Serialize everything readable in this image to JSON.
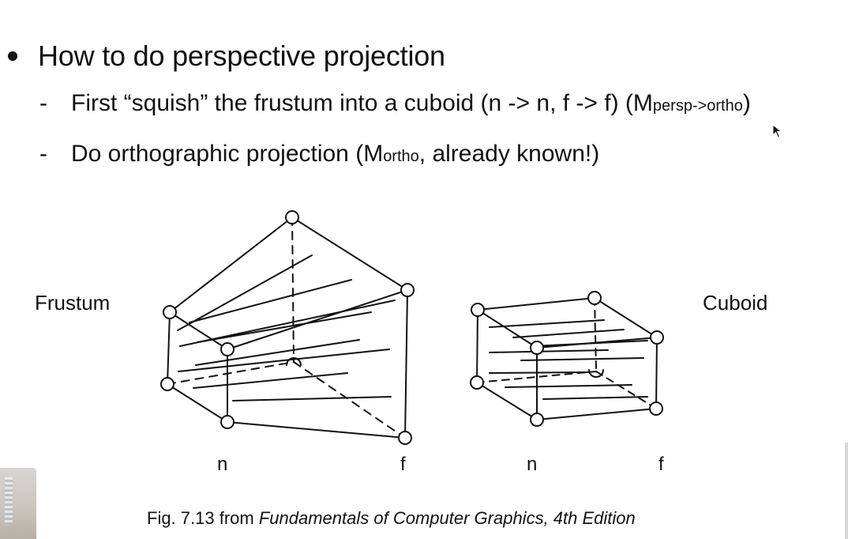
{
  "slide": {
    "bullet": "How to do perspective projection",
    "sub1": {
      "dash": "-",
      "text": "First “squish” the frustum into a cuboid (n -> n, f -> f) (M",
      "subscript": "persp->ortho",
      "close": ")"
    },
    "sub2": {
      "dash": "-",
      "pre": "Do orthographic projection (M",
      "subscript": "ortho",
      "post": ", already known!)"
    }
  },
  "figure": {
    "left_label": "Frustum",
    "right_label": "Cuboid",
    "frustum_near": "n",
    "frustum_far": "f",
    "cuboid_near": "n",
    "cuboid_far": "f",
    "caption_prefix": "Fig. 7.13 from ",
    "caption_title": "Fundamentals of Computer Graphics, 4th Edition"
  },
  "colors": {
    "ink": "#111111",
    "background": "#ffffff"
  },
  "icons": {
    "cursor": "mouse-pointer-icon",
    "webcam": "presenter-video-thumbnail"
  }
}
